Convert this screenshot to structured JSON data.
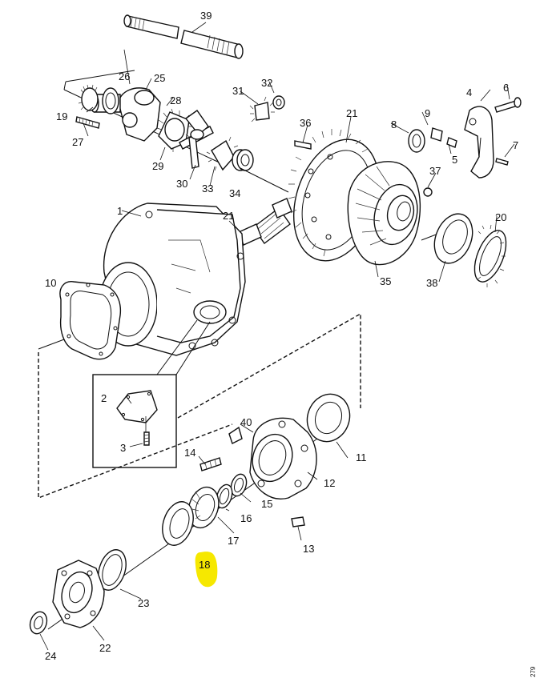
{
  "diagram": {
    "part_numbers": [
      "1",
      "2",
      "3",
      "4",
      "5",
      "6",
      "7",
      "8",
      "9",
      "10",
      "11",
      "12",
      "13",
      "14",
      "15",
      "16",
      "17",
      "18",
      "19",
      "20",
      "21",
      "21",
      "22",
      "23",
      "24",
      "25",
      "26",
      "27",
      "28",
      "29",
      "30",
      "31",
      "32",
      "33",
      "34",
      "35",
      "36",
      "37",
      "38",
      "39",
      "40"
    ],
    "highlighted_part": "18",
    "highlight_color": "#f6e800",
    "figure_code": "279"
  }
}
